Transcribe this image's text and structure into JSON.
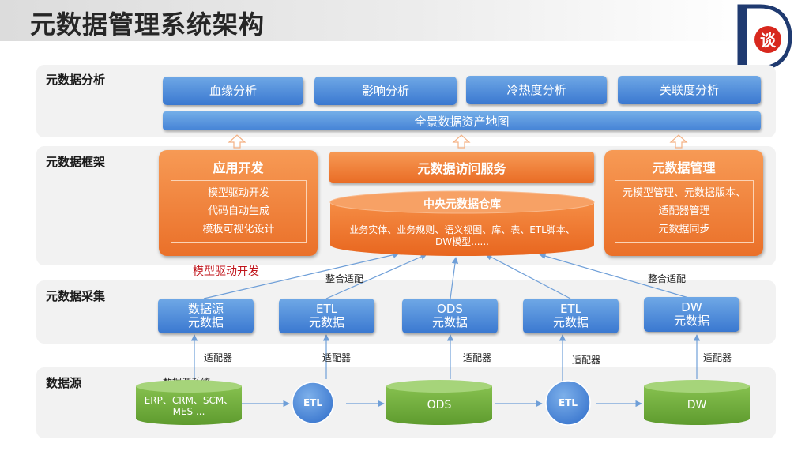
{
  "title": "元数据管理系统架构",
  "logo": {
    "letter": "D",
    "char": "谈"
  },
  "layers": {
    "analysis": {
      "label": "元数据分析",
      "items": [
        "血缘分析",
        "影响分析",
        "冷热度分析",
        "关联度分析"
      ],
      "bar": "全景数据资产地图"
    },
    "framework": {
      "label": "元数据框架",
      "app_dev": {
        "title": "应用开发",
        "items": [
          "模型驱动开发",
          "代码自动生成",
          "模板可视化设计"
        ]
      },
      "access_service": "元数据访问服务",
      "repository": {
        "title": "中央元数据仓库",
        "text_line1": "业务实体、业务规则、语义视图、库、表、ETL脚本、",
        "text_line2": "DW模型......"
      },
      "management": {
        "title": "元数据管理",
        "items": [
          "元模型管理、元数据版本、",
          "适配器管理",
          "元数据同步"
        ]
      },
      "model_driven_label": "模型驱动开发"
    },
    "collection": {
      "label": "元数据采集",
      "items": [
        {
          "line1": "数据源",
          "line2": "元数据"
        },
        {
          "line1": "ETL",
          "line2": "元数据"
        },
        {
          "line1": "ODS",
          "line2": "元数据"
        },
        {
          "line1": "ETL",
          "line2": "元数据"
        },
        {
          "line1": "DW",
          "line2": "元数据"
        }
      ],
      "integrate_left": "整合适配",
      "integrate_right": "整合适配"
    },
    "sources": {
      "label": "数据源",
      "adapters": [
        "适配器",
        "适配器",
        "适配器",
        "适配器",
        "适配器"
      ],
      "system_label": "数据源系统",
      "source_db_line1": "ERP、CRM、SCM、",
      "source_db_line2": "MES ...",
      "etl1": "ETL",
      "ods": "ODS",
      "etl2": "ETL",
      "dw": "DW"
    }
  },
  "colors": {
    "blue": "#4a86d8",
    "orange": "#ed7d31",
    "green": "#70ad47",
    "layer_bg": "#f2f2f2",
    "red_text": "#c0141b"
  }
}
